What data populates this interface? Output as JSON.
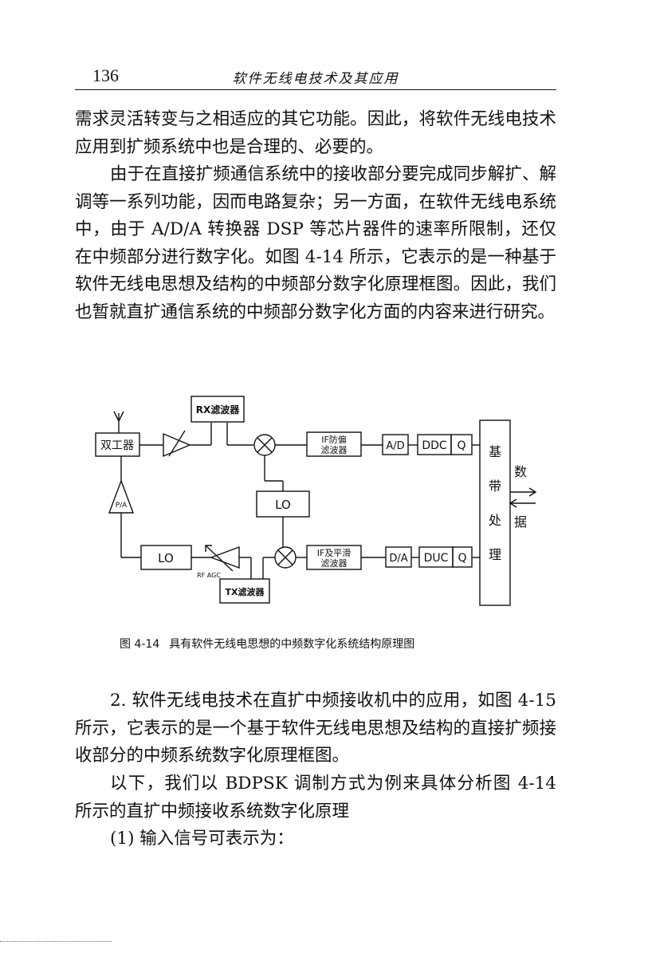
{
  "header": {
    "page_number": "136",
    "running_title": "软件无线电技术及其应用"
  },
  "body": {
    "para1": "需求灵活转变与之相适应的其它功能。因此，将软件无线电技术应用到扩频系统中也是合理的、必要的。",
    "para2": "由于在直接扩频通信系统中的接收部分要完成同步解扩、解调等一系列功能，因而电路复杂；另一方面，在软件无线电系统中，由于 A/D/A 转换器 DSP 等芯片器件的速率所限制，还仅在中频部分进行数字化。如图 4-14 所示，它表示的是一种基于软件无线电思想及结构的中频部分数字化原理框图。因此，我们也暂就直扩通信系统的中频部分数字化方面的内容来进行研究。",
    "para3": "2. 软件无线电技术在直扩中频接收机中的应用，如图 4-15 所示，它表示的是一个基于软件无线电思想及结构的直接扩频接收部分的中频系统数字化原理框图。",
    "para4": "以下，我们以 BDPSK 调制方式为例来具体分析图 4-14 所示的直扩中频接收系统数字化原理",
    "para5": "(1) 输入信号可表示为："
  },
  "figure": {
    "caption_number": "图 4-14",
    "caption_text": "具有软件无线电思想的中频数字化系统结构原理图",
    "blocks": {
      "rx_filter": "RX滤波器",
      "duplexer": "双工器",
      "if_antialias_line1": "IF防偏",
      "if_antialias_line2": "滤波器",
      "adc": "A/D",
      "ddc": "DDC",
      "q_top": "Q",
      "baseband_1": "基",
      "baseband_2": "带",
      "baseband_3": "处",
      "baseband_4": "理",
      "lo_mid": "LO",
      "pa": "P/A",
      "lo_left": "LO",
      "rf_agc": "RF AGC",
      "if_smooth_line1": "IF及平滑",
      "if_smooth_line2": "滤波器",
      "dac": "D/A",
      "duc": "DUC",
      "q_bottom": "Q",
      "tx_filter": "TX滤波器",
      "data_1": "数",
      "data_2": "据"
    }
  }
}
